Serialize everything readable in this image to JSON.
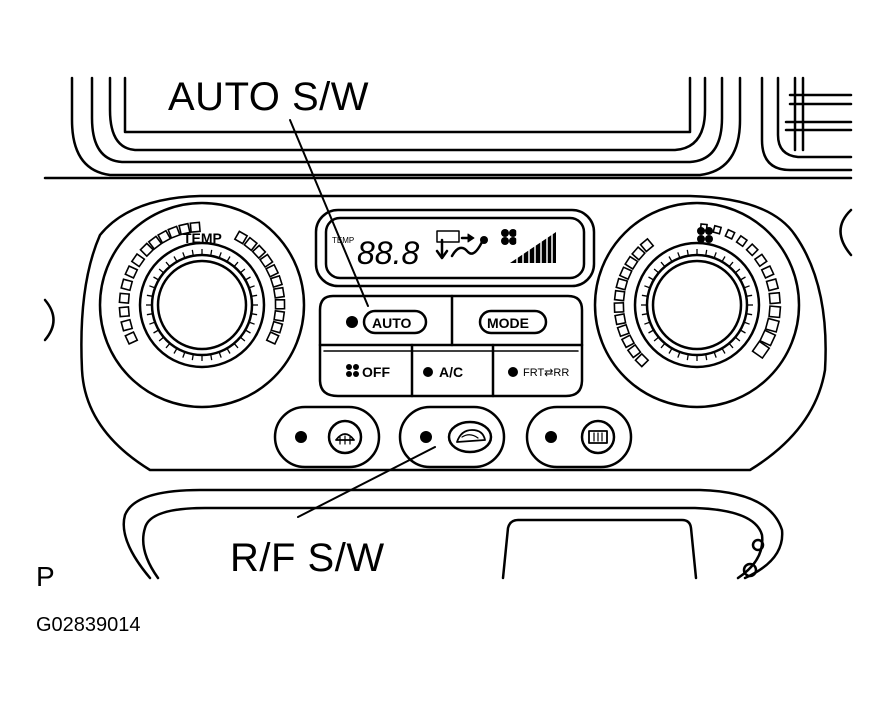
{
  "callouts": {
    "auto_sw": "AUTO S/W",
    "rf_sw": "R/F S/W"
  },
  "panel": {
    "temp_label": "TEMP",
    "display_temp_label": "TEMP",
    "display_digits": "88.8",
    "auto_label": "AUTO",
    "mode_label": "MODE",
    "off_label": "OFF",
    "ac_label": "A/C",
    "frt_rr_label": "FRT⇄RR"
  },
  "footer": {
    "letter": "P",
    "figure_code": "G02839014"
  }
}
